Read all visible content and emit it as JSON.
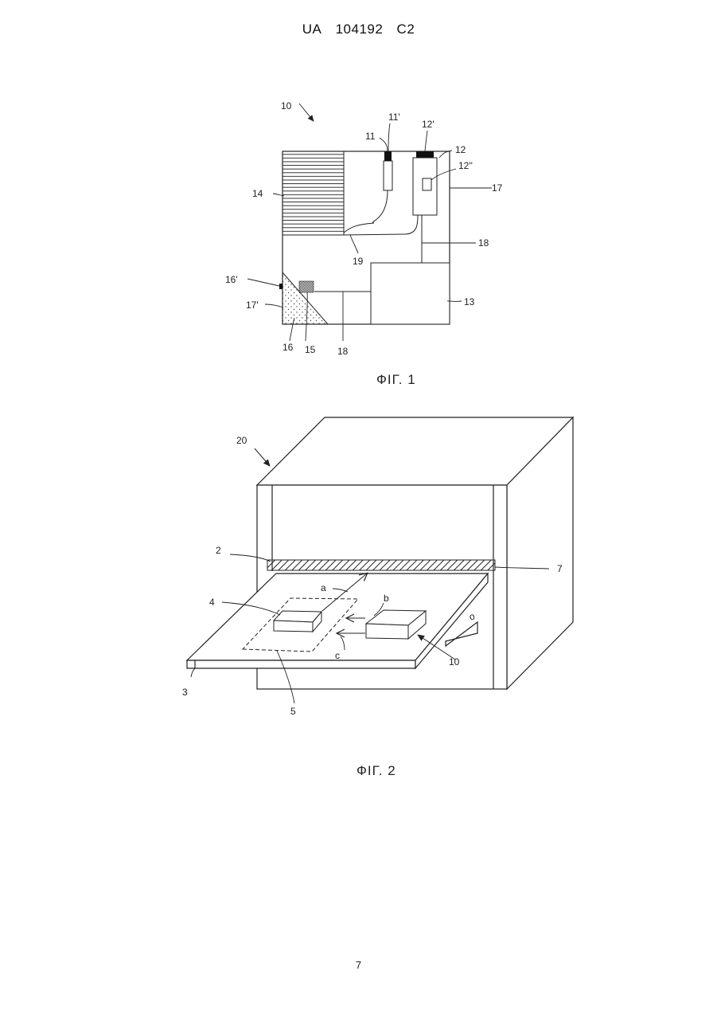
{
  "header": {
    "country": "UA",
    "number": "104192",
    "kind": "C2"
  },
  "fig1": {
    "caption": "ФІГ. 1",
    "labels": {
      "l10": "10",
      "l11": "11",
      "l11p": "11'",
      "l12p": "12'",
      "l12": "12",
      "l12pp": "12''",
      "l14": "14",
      "l17": "17",
      "l18a": "18",
      "l19": "19",
      "l16p": "16'",
      "l17p": "17'",
      "l13": "13",
      "l16": "16",
      "l15": "15",
      "l18b": "18"
    }
  },
  "fig2": {
    "caption": "ФІГ. 2",
    "labels": {
      "l20": "20",
      "l2": "2",
      "l7": "7",
      "la": "a",
      "lb": "b",
      "l4": "4",
      "lc": "c",
      "l10": "10",
      "l3": "3",
      "l5": "5",
      "lo": "o"
    }
  },
  "page_number": "7"
}
